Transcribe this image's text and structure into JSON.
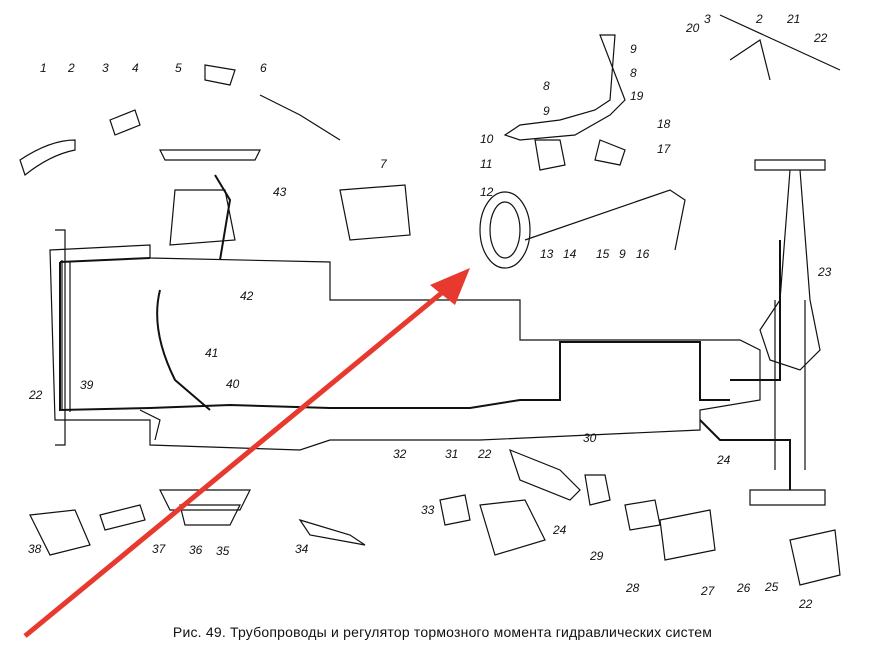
{
  "caption": "Рис. 49. Трубопроводы и регулятор тормозного момента гидравлических систем",
  "colors": {
    "ink": "#111111",
    "paper": "#ffffff",
    "arrow": "#e8392f"
  },
  "callouts": [
    "1",
    "2",
    "3",
    "4",
    "5",
    "6",
    "7",
    "8",
    "9",
    "10",
    "11",
    "12",
    "13",
    "14",
    "15",
    "9",
    "16",
    "17",
    "18",
    "19",
    "8",
    "9",
    "20",
    "3",
    "2",
    "21",
    "22",
    "23",
    "42",
    "43",
    "41",
    "40",
    "39",
    "22",
    "32",
    "31",
    "22",
    "30",
    "24",
    "24",
    "29",
    "28",
    "27",
    "26",
    "25",
    "22",
    "33",
    "34",
    "35",
    "36",
    "37",
    "38"
  ],
  "arrow": {
    "direction": "pointing up-right toward brake pressure regulator"
  }
}
